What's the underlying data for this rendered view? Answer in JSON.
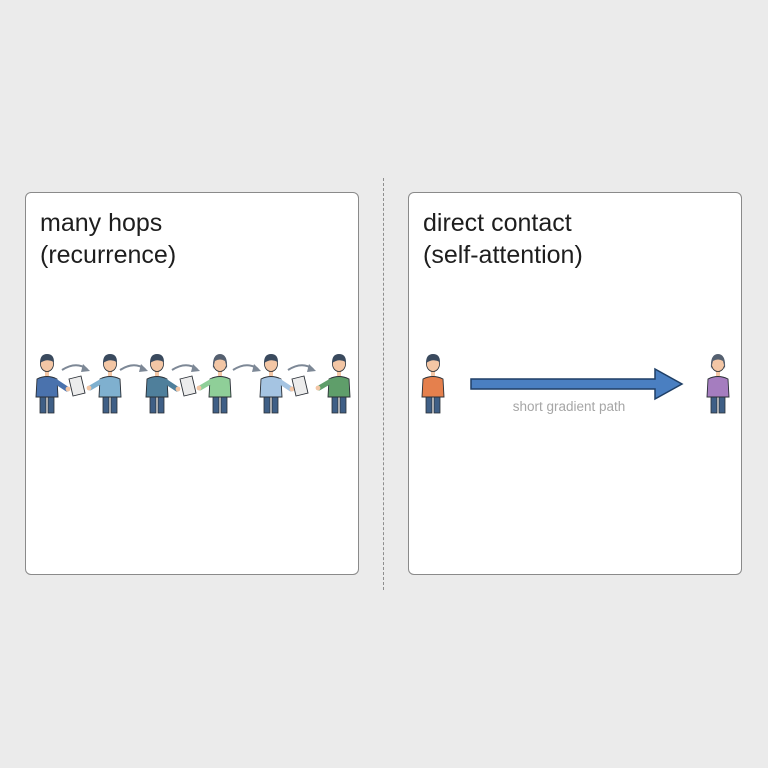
{
  "left_panel": {
    "title_line1": "many hops",
    "title_line2": "(recurrence)"
  },
  "right_panel": {
    "title_line1": "direct contact",
    "title_line2": "(self-attention)",
    "arrow_caption": "short gradient path"
  },
  "colors": {
    "background": "#ebebeb",
    "panel": "#ffffff",
    "arrow_fill": "#4a7fc1",
    "arrow_stroke": "#1f3f66",
    "caption": "#a6a6a6"
  },
  "people_left": [
    {
      "name": "person-1",
      "shirt": "#4a72ad",
      "hair": "#3a4a5e",
      "role": "sender"
    },
    {
      "name": "person-2",
      "shirt": "#7fb0cf",
      "hair": "#3a4a5e",
      "role": "receiver"
    },
    {
      "name": "person-3",
      "shirt": "#4f7f9b",
      "hair": "#3a4a5e",
      "role": "sender"
    },
    {
      "name": "person-4",
      "shirt": "#8fcf98",
      "hair": "#556070",
      "role": "receiver"
    },
    {
      "name": "person-5",
      "shirt": "#a5c4e2",
      "hair": "#3a4a5e",
      "role": "sender"
    },
    {
      "name": "person-6",
      "shirt": "#5f9e6a",
      "hair": "#3a4a5e",
      "role": "receiver"
    }
  ],
  "people_right": [
    {
      "name": "person-a",
      "shirt": "#e5804d",
      "hair": "#3a4a5e"
    },
    {
      "name": "person-b",
      "shirt": "#a57dbf",
      "hair": "#556070"
    }
  ]
}
